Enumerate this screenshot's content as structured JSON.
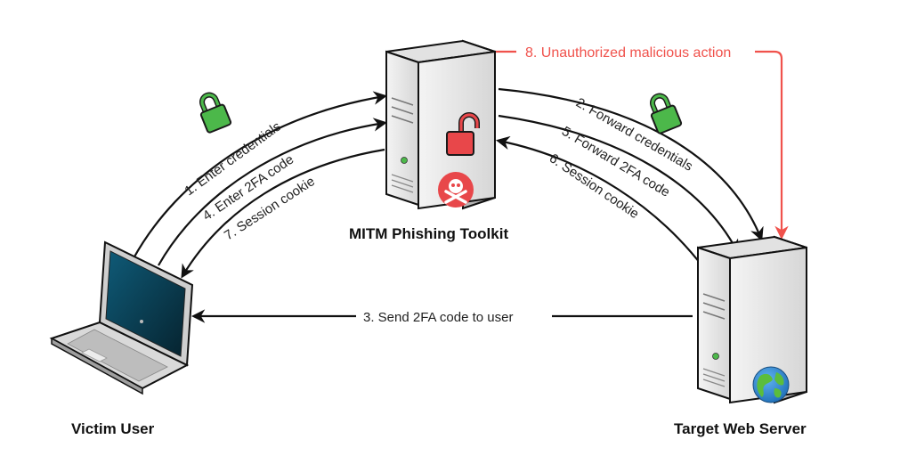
{
  "nodes": {
    "victim": {
      "label": "Victim User"
    },
    "toolkit": {
      "label": "MITM Phishing Toolkit"
    },
    "server": {
      "label": "Target Web Server"
    }
  },
  "edges": {
    "e1": "1. Enter credentials",
    "e4": "4. Enter 2FA code",
    "e7": "7. Session cookie",
    "e2": "2. Forward credentials",
    "e5": "5. Forward 2FA code",
    "e6": "6. Session cookie",
    "e3": "3. Send 2FA code to user",
    "e8": "8. Unauthorized malicious action"
  },
  "colors": {
    "secure_lock": "#4cb84a",
    "insecure_lock": "#e8474a",
    "skull_badge": "#e8474a",
    "malicious_action": "#f0524c",
    "server_body": "#e9e9e9",
    "laptop_screen": "#0d4a63"
  },
  "icons": [
    "green-lock-icon",
    "red-unlocked-lock-icon",
    "skull-crossbones-icon",
    "globe-icon",
    "laptop-icon",
    "server-icon"
  ]
}
